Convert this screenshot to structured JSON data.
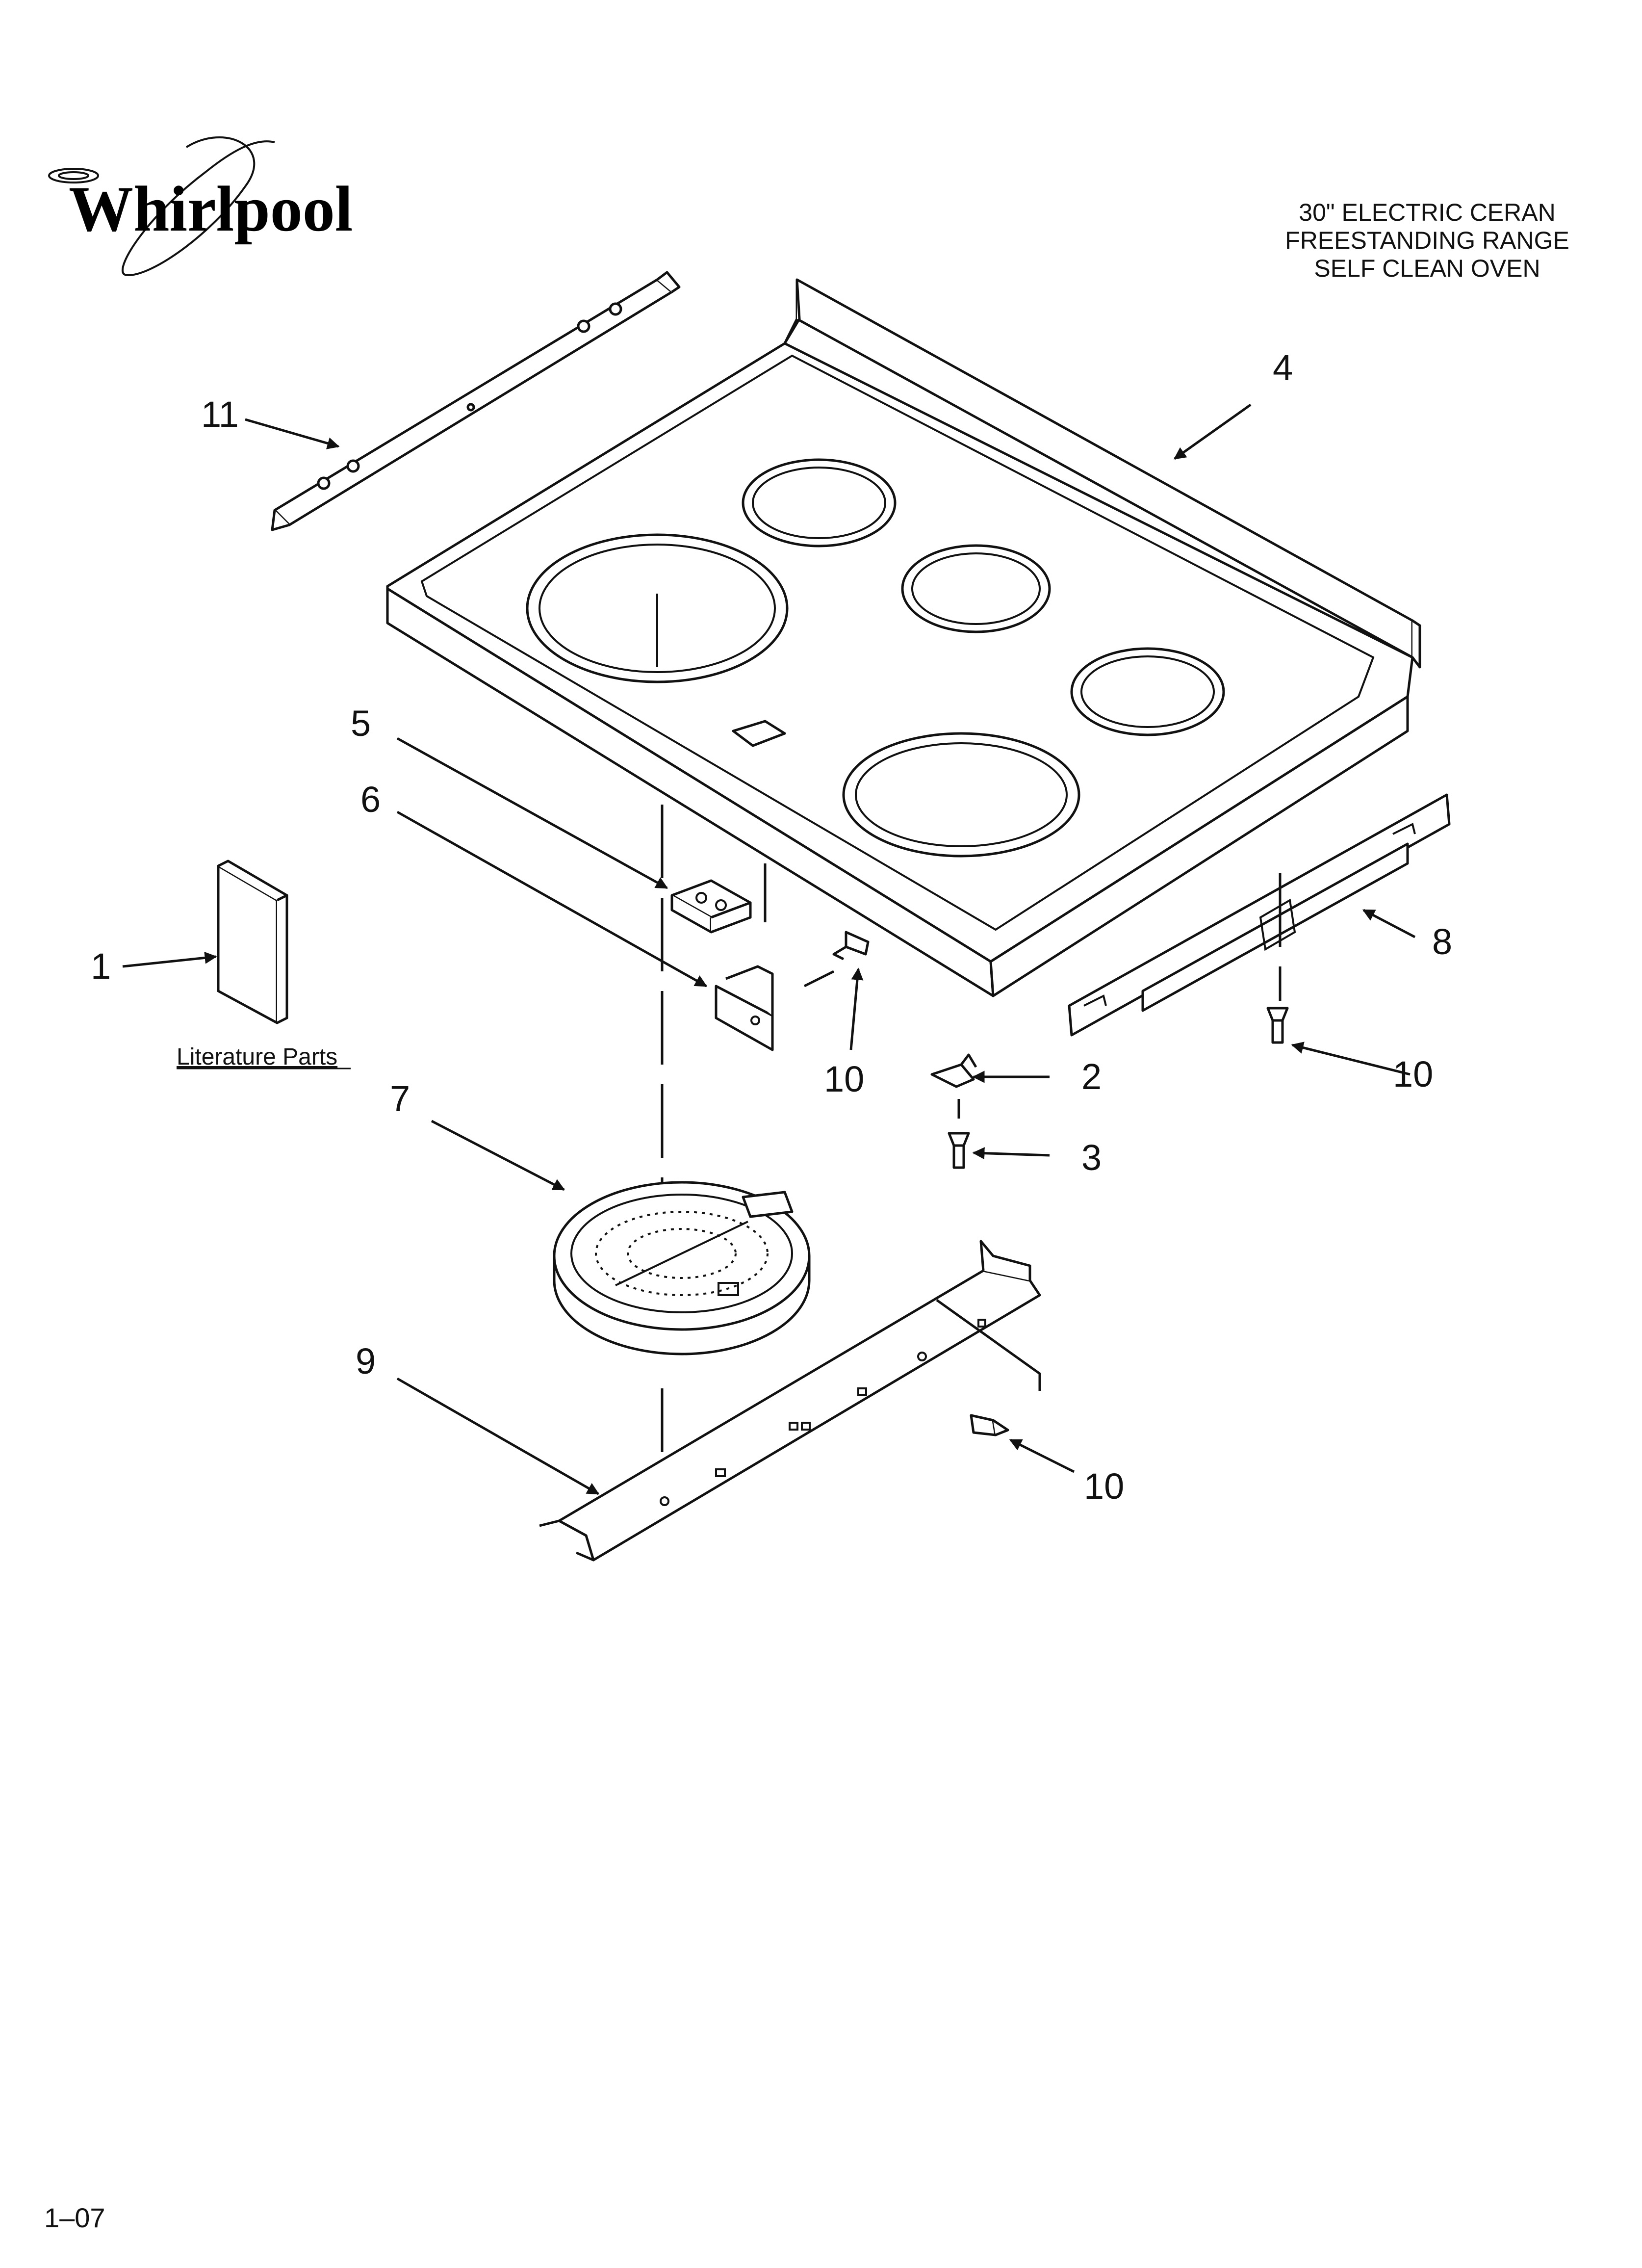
{
  "brand": {
    "logo_text": "Whirlpool"
  },
  "title": {
    "line1": "30\" ELECTRIC CERAN",
    "line2": "FREESTANDING RANGE",
    "line3": "SELF CLEAN OVEN"
  },
  "callouts": {
    "c1": "1",
    "c2": "2",
    "c3": "3",
    "c4": "4",
    "c5": "5",
    "c6": "6",
    "c7": "7",
    "c8": "8",
    "c9": "9",
    "c10a": "10",
    "c10b": "10",
    "c10c": "10",
    "c11": "11"
  },
  "literature_label": "Literature Parts",
  "footer": {
    "page_code": "1–07"
  }
}
